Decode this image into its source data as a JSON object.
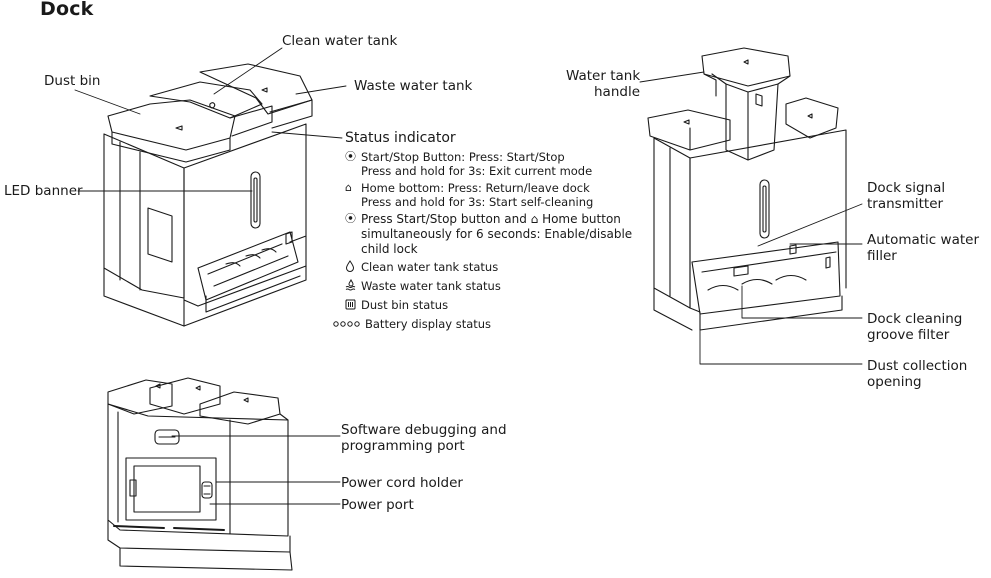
{
  "title": "Dock",
  "labels": {
    "clean_water_tank": "Clean water tank",
    "dust_bin": "Dust bin",
    "waste_water_tank": "Waste water tank",
    "status_indicator": "Status indicator",
    "led_banner": "LED banner",
    "water_tank_handle_1": "Water tank",
    "water_tank_handle_2": "handle",
    "dock_signal_1": "Dock signal",
    "dock_signal_2": "transmitter",
    "auto_filler_1": "Automatic water",
    "auto_filler_2": "filler",
    "groove_filter_1": "Dock cleaning",
    "groove_filter_2": "groove filter",
    "dust_opening_1": "Dust collection",
    "dust_opening_2": "opening",
    "debug_port_1": "Software debugging and",
    "debug_port_2": "programming port",
    "power_cord_holder": "Power cord holder",
    "power_port": "Power port"
  },
  "status_items": [
    {
      "icon": "start-stop-button-icon",
      "glyph": "⦿",
      "lines": [
        "Start/Stop Button: Press: Start/Stop",
        "Press and hold for 3s: Exit current mode"
      ]
    },
    {
      "icon": "home-button-icon",
      "glyph": "⌂",
      "lines": [
        "Home bottom: Press: Return/leave dock",
        "Press and hold for 3s: Start self-cleaning"
      ]
    },
    {
      "icon": "start-stop-button-icon",
      "glyph": "⦿",
      "lines": [
        "Press Start/Stop button and ⌂ Home button",
        "simultaneously for 6 seconds: Enable/disable",
        "child lock"
      ]
    },
    {
      "icon": "water-drop-icon",
      "glyph": "💧",
      "lines": [
        "Clean water tank status"
      ]
    },
    {
      "icon": "waste-water-icon",
      "glyph": "≋",
      "lines": [
        "Waste water tank status"
      ]
    },
    {
      "icon": "dust-bin-icon",
      "glyph": "▥",
      "lines": [
        "Dust bin status"
      ]
    },
    {
      "icon": "battery-dots-icon",
      "glyph": "○○○○",
      "lines": [
        "Battery display status"
      ]
    }
  ]
}
